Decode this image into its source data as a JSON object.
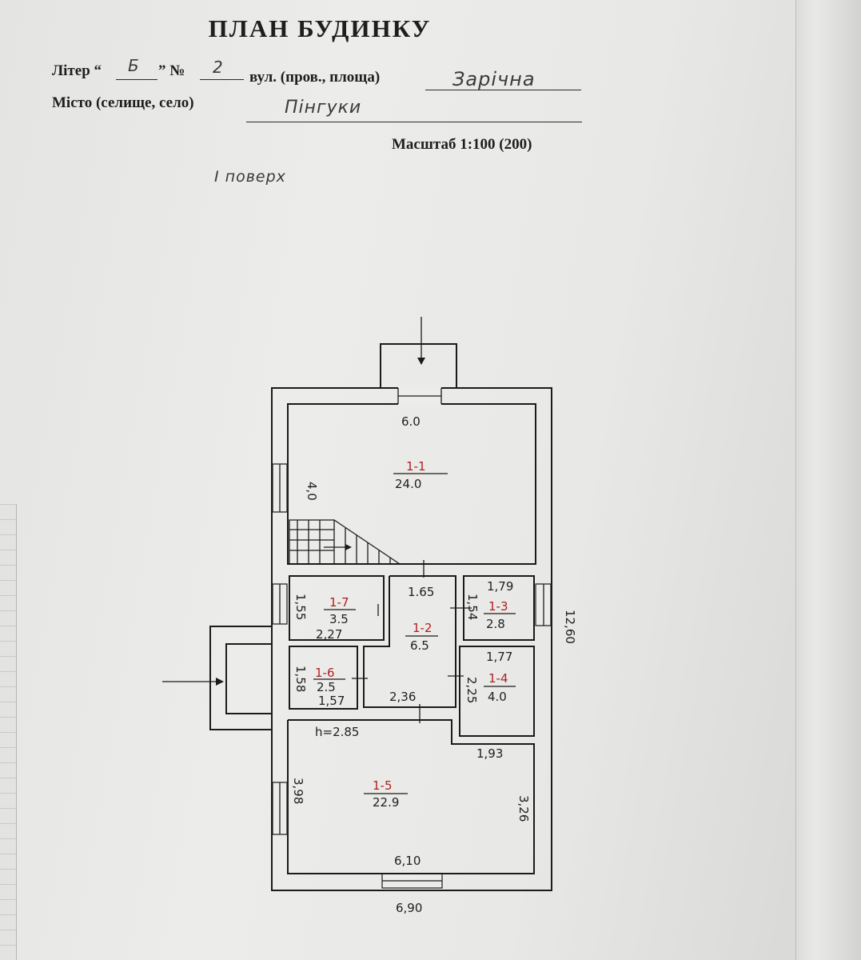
{
  "header": {
    "title": "ПЛАН БУДИНКУ",
    "liter_label": "Літер “",
    "liter_value": "Б",
    "liter_close": "” №",
    "number_value": "2",
    "street_label": "вул. (пров., площа)",
    "street_value": "Зарічна",
    "city_label": "Місто (селище, село)",
    "city_value": "Пінгуки",
    "scale": "Масштаб 1:100 (200)"
  },
  "floor_note": "I поверх",
  "plan": {
    "rooms": [
      {
        "code": "1-1",
        "area": "24.0"
      },
      {
        "code": "1-2",
        "area": "6.5"
      },
      {
        "code": "1-3",
        "area": "2.8"
      },
      {
        "code": "1-4",
        "area": "4.0"
      },
      {
        "code": "1-5",
        "area": "22.9"
      },
      {
        "code": "1-6",
        "area": "2.5"
      },
      {
        "code": "1-7",
        "area": "3.5"
      }
    ],
    "dimensions": {
      "r1_width": "6.0",
      "r1_height": "4,0",
      "r2_width": "1.65",
      "r2_bottom": "2,36",
      "r3_width": "1,79",
      "r3_height": "1,54",
      "r4_width": "1,77",
      "r4_height": "2,25",
      "r5_width": "6,10",
      "r5_left": "3,98",
      "r5_right": "3,26",
      "r5_top": "1,93",
      "r6_height": "1,58",
      "r6_width": "1,57",
      "r7_height": "1,55",
      "r7_width": "2,27",
      "total_length": "12,60",
      "total_width": "6,90",
      "ceiling_height": "h=2.85"
    }
  }
}
